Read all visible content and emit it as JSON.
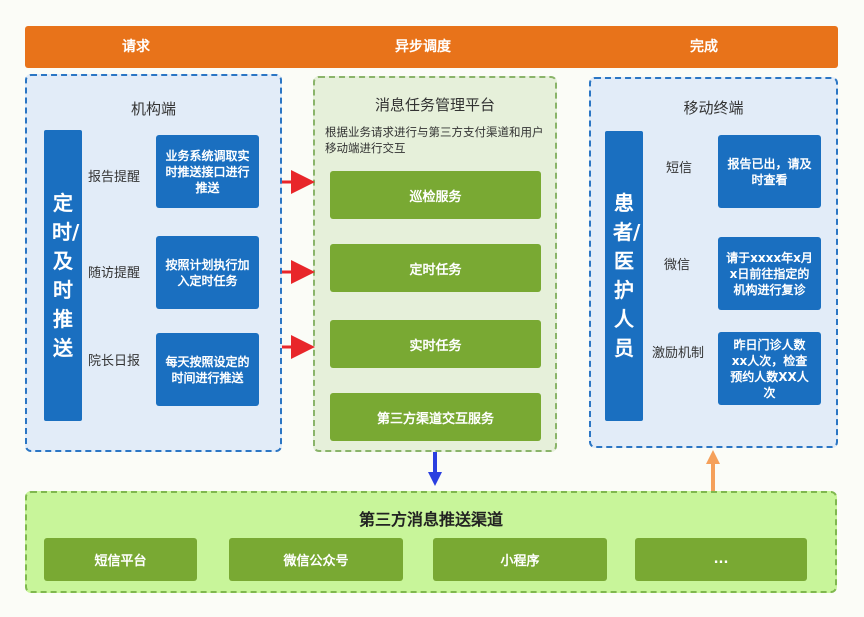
{
  "header": {
    "left": "请求",
    "middle": "异步调度",
    "right": "完成"
  },
  "institution": {
    "title": "机构端",
    "vertical_label": "定时/及时推送",
    "rows": [
      {
        "label": "报告提醒",
        "box": "业务系统调取实时推送接口进行推送"
      },
      {
        "label": "随访提醒",
        "box": "按照计划执行加入定时任务"
      },
      {
        "label": "院长日报",
        "box": "每天按照设定的时间进行推送"
      }
    ]
  },
  "platform": {
    "title": "消息任务管理平台",
    "description": "根据业务请求进行与第三方支付渠道和用户移动端进行交互",
    "services": [
      "巡检服务",
      "定时任务",
      "实时任务",
      "第三方渠道交互服务"
    ]
  },
  "mobile": {
    "title": "移动终端",
    "vertical_label": "患者/医护人员",
    "rows": [
      {
        "label": "短信",
        "box": "报告已出，请及时查看"
      },
      {
        "label": "微信",
        "box": "请于xxxx年x月x日前往指定的机构进行复诊"
      },
      {
        "label": "激励机制",
        "box": "昨日门诊人数xx人次，检查预约人数XX人次"
      }
    ]
  },
  "channels": {
    "title": "第三方消息推送渠道",
    "items": [
      "短信平台",
      "微信公众号",
      "小程序",
      "..."
    ]
  },
  "colors": {
    "header": "#e8731a",
    "blue": "#1a6fc0",
    "green": "#79a933",
    "red_arrow": "#e8262a",
    "blue_arrow": "#2a3fe0",
    "orange_arrow": "#f5a05a"
  }
}
